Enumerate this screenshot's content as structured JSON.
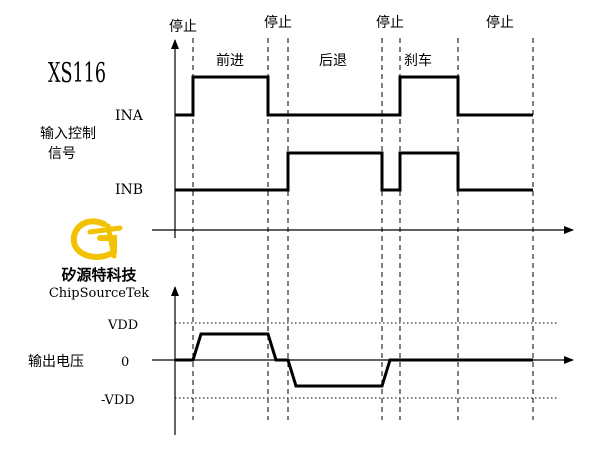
{
  "chip_name": "XS116",
  "phases": [
    {
      "label": "停止"
    },
    {
      "label": "停止"
    },
    {
      "label": "停止"
    },
    {
      "label": "停止"
    }
  ],
  "modes": [
    {
      "label": "前进"
    },
    {
      "label": "后退"
    },
    {
      "label": "刹车"
    }
  ],
  "input_group": {
    "line1": "输入控制",
    "line2": "信号"
  },
  "signals": {
    "ina": "INA",
    "inb": "INB"
  },
  "logo": {
    "brand_cn": "矽源特科技",
    "brand_en": "ChipSourceTek",
    "mark_color": "#f2c200"
  },
  "output": {
    "label": "输出电压",
    "vdd": "VDD",
    "zero": "0",
    "neg_vdd": "-VDD"
  }
}
